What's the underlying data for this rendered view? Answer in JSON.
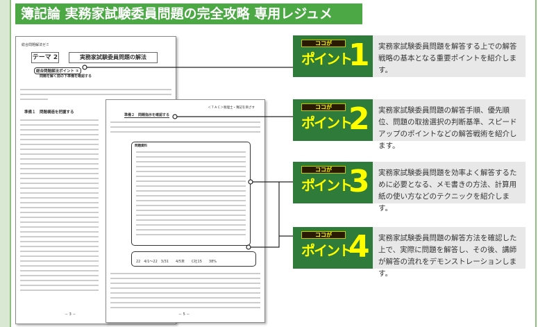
{
  "title": "簿記論 実務家試験委員問題の完全攻略 専用レジュメ",
  "doc1": {
    "header": "総合問題解法ゼミ",
    "theme": "テーマ 2",
    "theme_title": "実務家試験委員問題の解法",
    "point_label": "総合問題解法ポイント ①",
    "point_sub": "問題を解く前の下準備を確認する",
    "section": "準備１　問題構造を把握する",
    "page_no": "－ 3 －"
  },
  "doc2": {
    "header": "＜ＴＡＣ＞税理士・簿記を目ざす",
    "section": "準備２　問題指示を確認する",
    "box_label": "問題資料",
    "row": "22　4/1～22　3/31　　4/5末　　C社15　　38%",
    "page_no": "－ 5 －"
  },
  "points": [
    {
      "badge": "ココが",
      "label": "ポイント",
      "number": "1",
      "text": "実務家試験委員問題を解答する上での解答戦略の基本となる重要ポイントを紹介します。"
    },
    {
      "badge": "ココが",
      "label": "ポイント",
      "number": "2",
      "text": "実務家試験委員問題の解答手順、優先順位、問題の取捨選択の判断基準、スピードアップのポイントなどの解答戦術を紹介します。"
    },
    {
      "badge": "ココが",
      "label": "ポイント",
      "number": "3",
      "text": "実務家試験委員問題を効率よく解答するために必要となる、メモ書きの方法、計算用紙の使い方などのテクニックを紹介します。"
    },
    {
      "badge": "ココが",
      "label": "ポイント",
      "number": "4",
      "text": "実務家試験委員問題の解答方法を確認した上で、実際に問題を解答し、その後、講師が解答の流れをデモンストレーションします。"
    }
  ],
  "colors": {
    "header": "#4ca845",
    "badge": "#2f7b3a",
    "accent": "#ffff00"
  }
}
